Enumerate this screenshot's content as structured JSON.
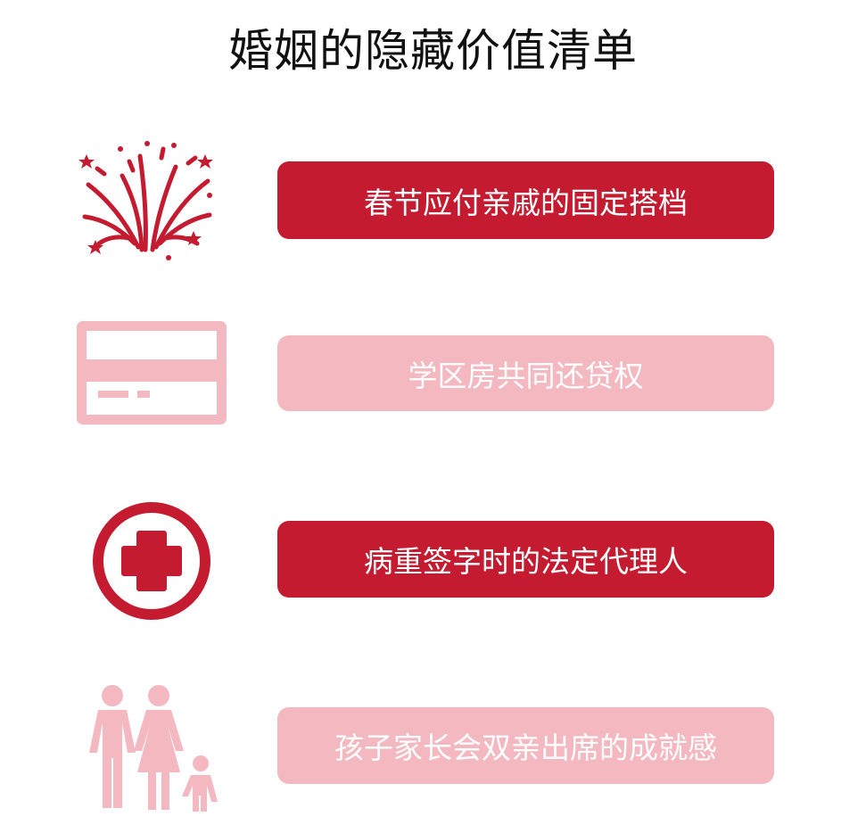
{
  "title": "婚姻的隐藏价值清单",
  "colors": {
    "accent": "#c41b30",
    "light": "#f4b8c0",
    "text": "#111111"
  },
  "items": [
    {
      "icon": "fireworks-icon",
      "label": "春节应付亲戚的固定搭档",
      "style": "dark"
    },
    {
      "icon": "credit-card-icon",
      "label": "学区房共同还贷权",
      "style": "light"
    },
    {
      "icon": "medical-cross-icon",
      "label": "病重签字时的法定代理人",
      "style": "dark"
    },
    {
      "icon": "family-icon",
      "label": "孩子家长会双亲出席的成就感",
      "style": "light"
    }
  ]
}
